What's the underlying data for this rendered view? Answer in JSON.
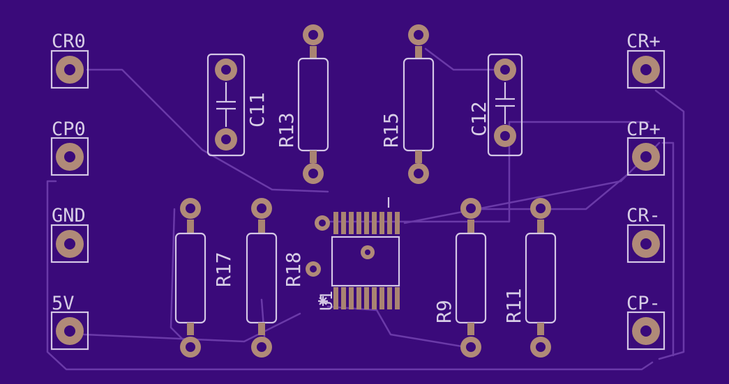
{
  "board": {
    "background": "#3a0a7a",
    "silkscreen_color": "#d4c7e6",
    "copper_color": "#b08a78"
  },
  "connectors_left": [
    {
      "name": "CR0"
    },
    {
      "name": "CP0"
    },
    {
      "name": "GND"
    },
    {
      "name": "5V"
    }
  ],
  "connectors_right": [
    {
      "name": "CR+"
    },
    {
      "name": "CP+"
    },
    {
      "name": "CR-"
    },
    {
      "name": "CP-"
    }
  ],
  "components": {
    "c11": "C11",
    "c12": "C12",
    "r13": "R13",
    "r15": "R15",
    "r17": "R17",
    "r18": "R18",
    "r9": "R9",
    "r11": "R11",
    "u1": "U1"
  }
}
